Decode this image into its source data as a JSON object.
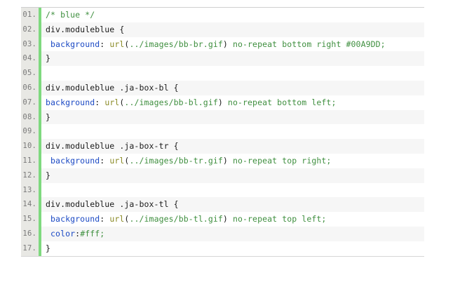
{
  "viewer": {
    "name": "css-code-listing",
    "language": "css",
    "gutter_marker_color": "#7ed97e",
    "gutter_background": "#e8e8e4",
    "stripe_color": "#f6f6f6",
    "total_lines": 17
  },
  "lines": [
    {
      "number": "01.",
      "text": "/* blue */",
      "tokens": [
        {
          "t": "/* blue */",
          "c": "tok-comment"
        }
      ]
    },
    {
      "number": "02.",
      "text": "div.moduleblue {",
      "tokens": [
        {
          "t": "div.moduleblue ",
          "c": "tok-selector"
        },
        {
          "t": "{",
          "c": "tok-brace"
        }
      ]
    },
    {
      "number": "03.",
      "text": " background: url(../images/bb-br.gif) no-repeat bottom right #00A9DD;",
      "tokens": [
        {
          "t": " ",
          "c": "tok-plain"
        },
        {
          "t": "background",
          "c": "tok-prop"
        },
        {
          "t": ": ",
          "c": "tok-punct"
        },
        {
          "t": "url",
          "c": "tok-func"
        },
        {
          "t": "(",
          "c": "tok-punct"
        },
        {
          "t": "../images/bb-br.gif",
          "c": "tok-string"
        },
        {
          "t": ")",
          "c": "tok-punct"
        },
        {
          "t": " no-repeat bottom right #00A9DD",
          "c": "tok-value"
        },
        {
          "t": ";",
          "c": "tok-semi"
        }
      ]
    },
    {
      "number": "04.",
      "text": "}",
      "tokens": [
        {
          "t": "}",
          "c": "tok-brace"
        }
      ]
    },
    {
      "number": "05.",
      "text": "",
      "tokens": []
    },
    {
      "number": "06.",
      "text": "div.moduleblue .ja-box-bl {",
      "tokens": [
        {
          "t": "div.moduleblue .ja-box-bl ",
          "c": "tok-selector"
        },
        {
          "t": "{",
          "c": "tok-brace"
        }
      ]
    },
    {
      "number": "07.",
      "text": "background: url(../images/bb-bl.gif) no-repeat bottom left;",
      "tokens": [
        {
          "t": "background",
          "c": "tok-prop"
        },
        {
          "t": ": ",
          "c": "tok-punct"
        },
        {
          "t": "url",
          "c": "tok-func"
        },
        {
          "t": "(",
          "c": "tok-punct"
        },
        {
          "t": "../images/bb-bl.gif",
          "c": "tok-string"
        },
        {
          "t": ")",
          "c": "tok-punct"
        },
        {
          "t": " no-repeat bottom left",
          "c": "tok-value"
        },
        {
          "t": ";",
          "c": "tok-semi"
        }
      ]
    },
    {
      "number": "08.",
      "text": "}",
      "tokens": [
        {
          "t": "}",
          "c": "tok-brace"
        }
      ]
    },
    {
      "number": "09.",
      "text": "",
      "tokens": []
    },
    {
      "number": "10.",
      "text": "div.moduleblue .ja-box-tr {",
      "tokens": [
        {
          "t": "div.moduleblue .ja-box-tr ",
          "c": "tok-selector"
        },
        {
          "t": "{",
          "c": "tok-brace"
        }
      ]
    },
    {
      "number": "11.",
      "text": " background: url(../images/bb-tr.gif) no-repeat top right;",
      "tokens": [
        {
          "t": " ",
          "c": "tok-plain"
        },
        {
          "t": "background",
          "c": "tok-prop"
        },
        {
          "t": ": ",
          "c": "tok-punct"
        },
        {
          "t": "url",
          "c": "tok-func"
        },
        {
          "t": "(",
          "c": "tok-punct"
        },
        {
          "t": "../images/bb-tr.gif",
          "c": "tok-string"
        },
        {
          "t": ")",
          "c": "tok-punct"
        },
        {
          "t": " no-repeat top right",
          "c": "tok-value"
        },
        {
          "t": ";",
          "c": "tok-semi"
        }
      ]
    },
    {
      "number": "12.",
      "text": "}",
      "tokens": [
        {
          "t": "}",
          "c": "tok-brace"
        }
      ]
    },
    {
      "number": "13.",
      "text": "",
      "tokens": []
    },
    {
      "number": "14.",
      "text": "div.moduleblue .ja-box-tl {",
      "tokens": [
        {
          "t": "div.moduleblue .ja-box-tl ",
          "c": "tok-selector"
        },
        {
          "t": "{",
          "c": "tok-brace"
        }
      ]
    },
    {
      "number": "15.",
      "text": " background: url(../images/bb-tl.gif) no-repeat top left;",
      "tokens": [
        {
          "t": " ",
          "c": "tok-plain"
        },
        {
          "t": "background",
          "c": "tok-prop"
        },
        {
          "t": ": ",
          "c": "tok-punct"
        },
        {
          "t": "url",
          "c": "tok-func"
        },
        {
          "t": "(",
          "c": "tok-punct"
        },
        {
          "t": "../images/bb-tl.gif",
          "c": "tok-string"
        },
        {
          "t": ")",
          "c": "tok-punct"
        },
        {
          "t": " no-repeat top left",
          "c": "tok-value"
        },
        {
          "t": ";",
          "c": "tok-semi"
        }
      ]
    },
    {
      "number": "16.",
      "text": " color:#fff;",
      "tokens": [
        {
          "t": " ",
          "c": "tok-plain"
        },
        {
          "t": "color",
          "c": "tok-prop"
        },
        {
          "t": ":",
          "c": "tok-punct"
        },
        {
          "t": "#fff",
          "c": "tok-color"
        },
        {
          "t": ";",
          "c": "tok-semi"
        }
      ]
    },
    {
      "number": "17.",
      "text": "}",
      "tokens": [
        {
          "t": "}",
          "c": "tok-brace"
        }
      ]
    }
  ]
}
